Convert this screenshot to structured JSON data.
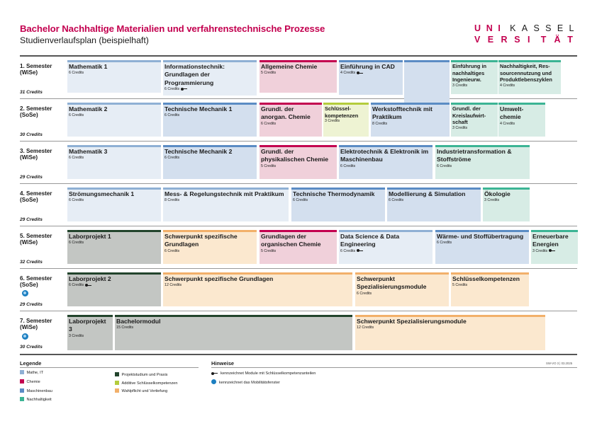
{
  "header": {
    "title": "Bachelor Nachhaltige Materialien und verfahrenstechnische Prozesse",
    "subtitle": "Studienverlaufsplan (beispielhaft)",
    "logo_line1": [
      "U",
      "N",
      "I",
      "K",
      "A",
      "S",
      "S",
      "E",
      "L"
    ],
    "logo_line2": [
      "V",
      "E",
      "R",
      "S",
      "I",
      "T",
      "Ä",
      "T"
    ]
  },
  "colors": {
    "brand": "#c3004f",
    "math_it": "#8fb0d4",
    "maschinenbau": "#5b8cc4",
    "chemie": "#c3004f",
    "nachhaltigkeit": "#3cb494",
    "projekt": "#22442c",
    "schluessel": "#b4cc3c",
    "wahl": "#f2b06a"
  },
  "semesters": [
    {
      "name": "1. Semester",
      "type": "(WiSe)",
      "credits": "31 Credits"
    },
    {
      "name": "2. Semester",
      "type": "(SoSe)",
      "credits": "30 Credits"
    },
    {
      "name": "3. Semester",
      "type": "(WiSe)",
      "credits": "29 Credits"
    },
    {
      "name": "4. Semester",
      "type": "(SoSe)",
      "credits": "29 Credits"
    },
    {
      "name": "5. Semester",
      "type": "(WiSe)",
      "credits": "32 Credits"
    },
    {
      "name": "6. Semester",
      "type": "(SoSe)",
      "credits": "29 Credits"
    },
    {
      "name": "7. Semester",
      "type": "(WiSe)",
      "credits": "30 Credits"
    }
  ],
  "modules": {
    "s1": [
      {
        "name": "Mathematik 1",
        "credits": "6 Credits"
      },
      {
        "name": "Informationstechnik: Grundlagen der Programmierung",
        "credits": "6 Credits"
      },
      {
        "name": "Allgemeine Chemie",
        "credits": "5 Credits"
      },
      {
        "name": "Einführung in CAD",
        "credits": "4 Credits"
      },
      {
        "name": "Einführung in nachhaltiges Ingenieurw.",
        "credits": "3 Credits"
      },
      {
        "name": "Nachhaltigkeit, Res-sourcennutzung und Produktlebenszyklen",
        "credits": "4 Credits"
      }
    ],
    "s2": [
      {
        "name": "Mathematik 2",
        "credits": "6 Credits"
      },
      {
        "name": "Technische Mechanik 1",
        "credits": "6 Credits"
      },
      {
        "name": "Grundl. der anorgan. Chemie",
        "credits": "6 Credits"
      },
      {
        "name": "Schlüssel-kompetenzen",
        "credits": "3 Credits"
      },
      {
        "name": "Werkstofftechnik mit Praktikum",
        "credits": "8 Credits"
      },
      {
        "name": "Grundl. der Kreislaufwirt-schaft",
        "credits": "3 Credits"
      },
      {
        "name": "Umwelt-chemie",
        "credits": "4 Credits"
      }
    ],
    "s3": [
      {
        "name": "Mathematik 3",
        "credits": "6 Credits"
      },
      {
        "name": "Technische Mechanik 2",
        "credits": "6 Credits"
      },
      {
        "name": "Grundl. der physikalischen Chemie",
        "credits": "5 Credits"
      },
      {
        "name": "Elektrotechnik & Elektronik im Maschinenbau",
        "credits": "6 Credits"
      },
      {
        "name": "Industrietransformation & Stoffströme",
        "credits": "6 Credits"
      }
    ],
    "s4": [
      {
        "name": "Strömungsmechanik 1",
        "credits": "6 Credits"
      },
      {
        "name": "Mess- & Regelungstechnik mit Praktikum",
        "credits": "8 Credits"
      },
      {
        "name": "Technische Thermodynamik",
        "credits": "6 Credits"
      },
      {
        "name": "Modellierung & Simulation",
        "credits": "6 Credits"
      },
      {
        "name": "Ökologie",
        "credits": "3 Credits"
      }
    ],
    "s5": [
      {
        "name": "Laborprojekt 1",
        "credits": "6 Credits"
      },
      {
        "name": "Schwerpunkt spezifische Grundlagen",
        "credits": "6 Credits"
      },
      {
        "name": "Grundlagen der organischen Chemie",
        "credits": "5 Credits"
      },
      {
        "name": "Data Science & Data Engineering",
        "credits": "6 Credits"
      },
      {
        "name": "Wärme- und Stoffübertragung",
        "credits": "6 Credits"
      },
      {
        "name": "Erneuerbare Energien",
        "credits": "3 Credits"
      }
    ],
    "s6": [
      {
        "name": "Laborprojekt 2",
        "credits": "6 Credits"
      },
      {
        "name": "Schwerpunkt spezifische Grundlagen",
        "credits": "12 Credits"
      },
      {
        "name": "Schwerpunkt Spezialisierungsmodule",
        "credits": "6 Credits"
      },
      {
        "name": "Schlüsselkompetenzen",
        "credits": "5 Credits"
      }
    ],
    "s7": [
      {
        "name": "Laborprojekt 3",
        "credits": "3 Credits"
      },
      {
        "name": "Bachelormodul",
        "credits": "15 Credits"
      },
      {
        "name": "Schwerpunkt Spezialisierungsmodule",
        "credits": "12 Credits"
      }
    ]
  },
  "legend": {
    "title": "Legende",
    "items": [
      "Mathe, IT",
      "Chemie",
      "Maschinenbau",
      "Nachhaltigkeit",
      "Projektstudium und Praxis",
      "Additive Schlüsselkompetenzen",
      "Wahlpflicht und Vertiefung"
    ]
  },
  "hints": {
    "title": "Hinweise",
    "key_text": "kennzeichnet Module mit Schlüsselkompetenzanteilen",
    "globe_text": "kennzeichnet das Mobilitätsfenster",
    "code": "SW-VO 3 | 03.2025"
  }
}
